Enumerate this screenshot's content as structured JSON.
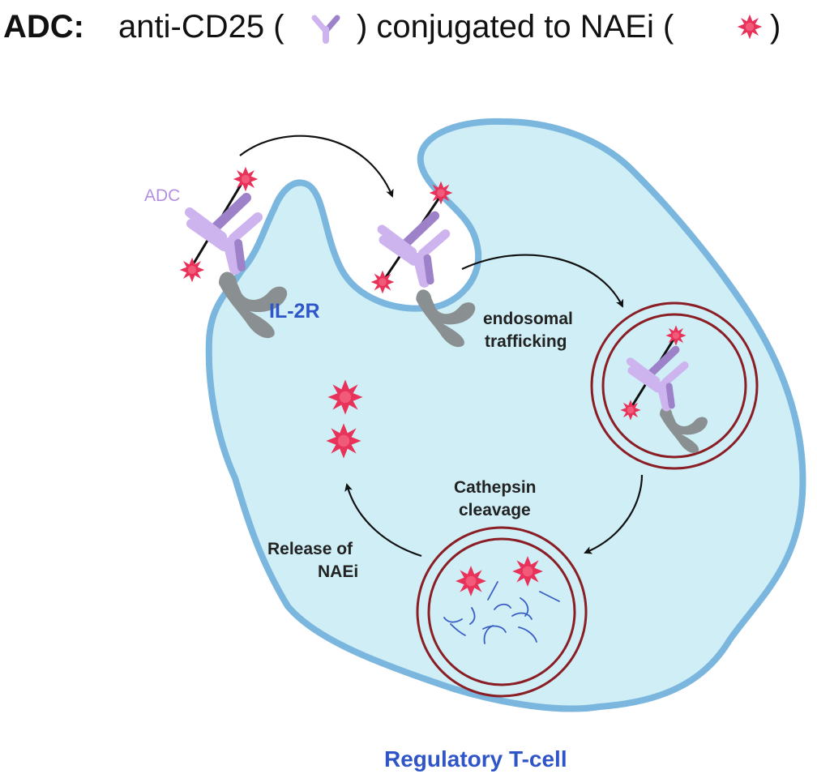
{
  "header": {
    "prefix": "ADC:",
    "text_before_antibody": "anti-CD25 (",
    "text_between": ") conjugated  to NAEi (",
    "text_after": ")"
  },
  "labels": {
    "adc": "ADC",
    "receptor": "IL-2R",
    "endosomal_line1": "endosomal",
    "endosomal_line2": "trafficking",
    "cathepsin_line1": "Cathepsin",
    "cathepsin_line2": "cleavage",
    "release_line1": "Release of",
    "release_line2": "NAEi",
    "cell": "Regulatory T-cell"
  },
  "colors": {
    "cell_fill": "#cfeef6",
    "cell_outline": "#7ab6de",
    "antibody_light": "#cdb4ef",
    "antibody_dark": "#9e82c9",
    "payload": "#e8325a",
    "receptor": "#8a8f91",
    "vesicle": "#8b1e25",
    "label_blue": "#2f55c8",
    "label_purple": "#b48fe0",
    "fragment_blue": "#3a5fc4"
  }
}
